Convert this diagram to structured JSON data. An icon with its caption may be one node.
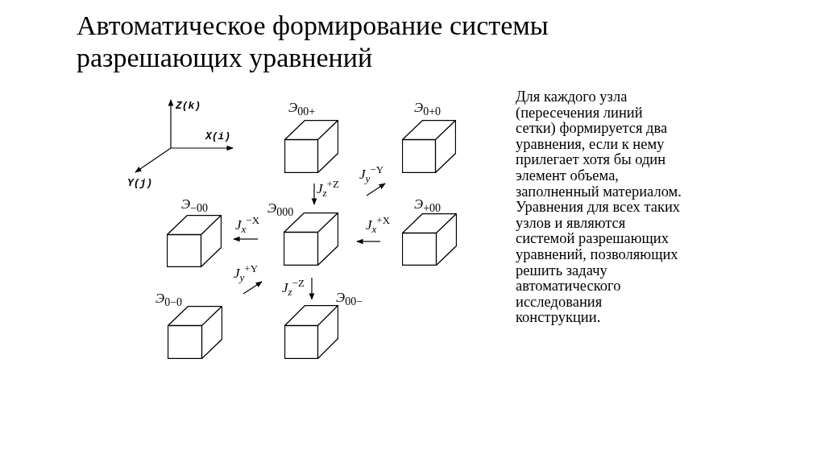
{
  "diagram": {
    "title": "Автоматическое формирование системы разрешающих уравнений",
    "nodes": [
      {
        "text": [],
        "shape": "cube",
        "beside": [
          "Э$_{00+}$"
        ]
      },
      {
        "text": [],
        "shape": "cube",
        "beside": [
          "Э$_{0+0}$"
        ]
      },
      {
        "text": [],
        "shape": "cube",
        "beside": [
          "Э$_{−00}$"
        ]
      },
      {
        "text": [],
        "shape": "cube",
        "beside": [
          "Э$_{000}$"
        ]
      },
      {
        "text": [],
        "shape": "cube",
        "beside": [
          "Э$_{+00}$"
        ]
      },
      {
        "text": [],
        "shape": "cube",
        "beside": [
          "Э$_{0−0}$"
        ]
      },
      {
        "text": [],
        "shape": "cube",
        "beside": [
          "Э$_{00−}$"
        ]
      }
    ],
    "edges": [],
    "labels": [
      "Z(k)",
      "X(i)",
      "J$_{y}$$^{−Y}$",
      "Y(j)",
      "J$_{z}$$^{+Z}$",
      "J$_{x}$$^{−X}$",
      "J$_{x}$$^{+X}$",
      "J$_{y}$$^{+Y}$",
      "J$_{z}$$^{−Z}$",
      "Для каждого узла (пересечения линий сетки) формируется два уравнения, если к нему прилегает хотя бы один элемент объема, заполненный материалом. Уравнения для всех таких узлов и являются системой разрешающих уравнений, позволяющих решить задачу автоматического исследования конструкции."
    ]
  }
}
